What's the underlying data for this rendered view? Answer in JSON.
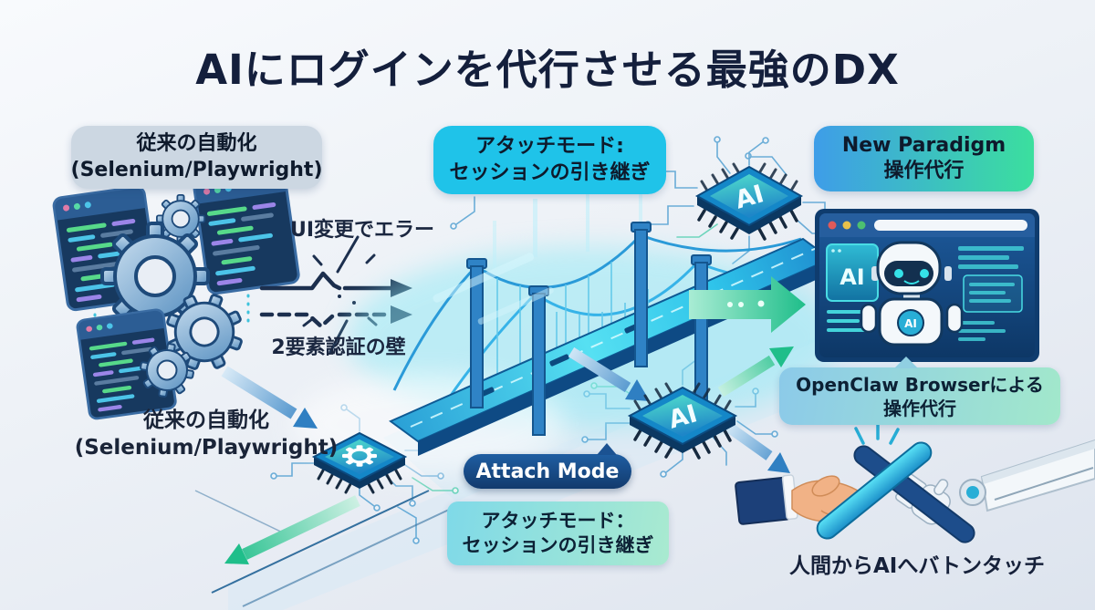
{
  "title": "AIにログインを代行させる最強のDX",
  "labels": {
    "legacy_top": {
      "line1": "従来の自動化",
      "line2": "(Selenium/Playwright)"
    },
    "attach_top": {
      "line1": "アタッチモード:",
      "line2": "セッションの引き継ぎ"
    },
    "new_paradigm": {
      "line1": "New Paradigm",
      "line2": "操作代行"
    },
    "openclaw": {
      "line1": "OpenClaw Browserによる",
      "line2": "操作代行"
    },
    "attach_badge": "Attach Mode",
    "attach_bottom": {
      "line1": "アタッチモード：",
      "line2": "セッションの引き継ぎ"
    }
  },
  "annotations": {
    "ui_error": "UI変更でエラー",
    "two_factor": "2要素認証の壁",
    "legacy_bottom": {
      "line1": "従来の自動化",
      "line2": "(Selenium/Playwright)"
    },
    "baton_pass": "人間からAIへバトンタッチ"
  },
  "chips": {
    "top_label": "AI",
    "mid_label": "AI"
  },
  "browser": {
    "panel_label": "AI",
    "robot_badge": "AI"
  },
  "colors": {
    "title_text": "#141f3c",
    "legacy_box_bg": "#ccd7e2",
    "attach_box_bg": "#1fc3e9",
    "paradigm_gradient": [
      "#3e9de8",
      "#3bdf9e"
    ],
    "attach_badge_bg": "#17497f",
    "attach_bottom_gradient": [
      "#7fd9e8",
      "#a9ead0"
    ],
    "openclaw_gradient": [
      "#8ccae9",
      "#a2e8cb"
    ],
    "arrow_blue": "#2f7fc2",
    "arrow_green": "#1fbe8a",
    "bridge_cyan": "#3fd4ef"
  }
}
